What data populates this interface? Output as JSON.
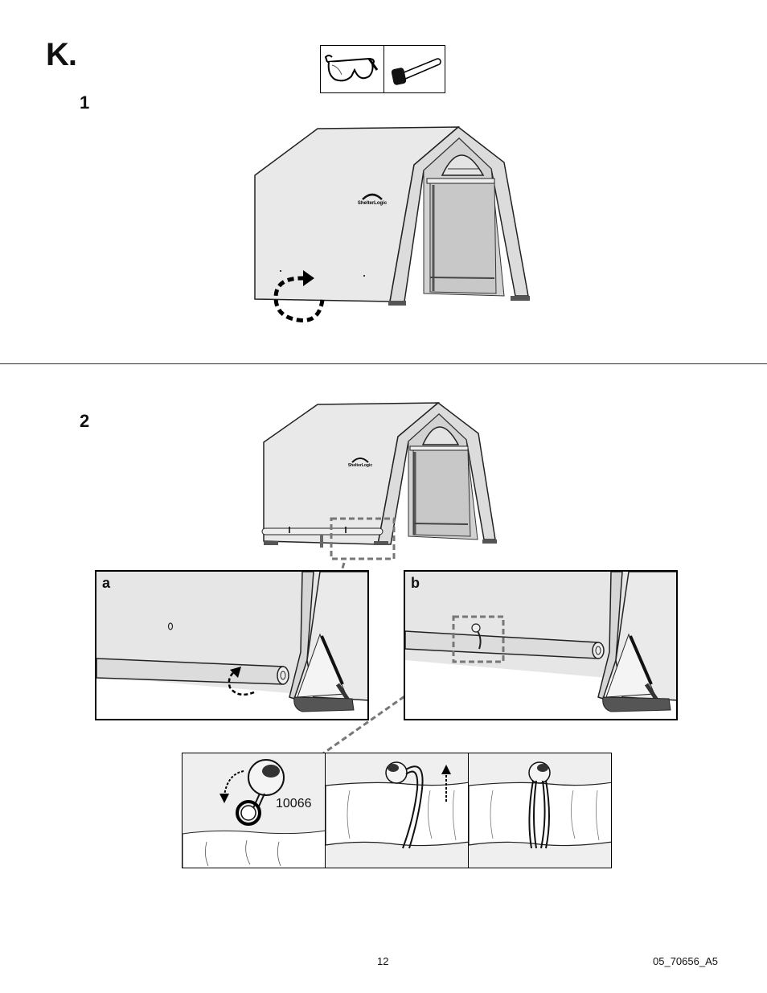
{
  "section": {
    "letter": "K."
  },
  "steps": [
    {
      "number": "1"
    },
    {
      "number": "2"
    }
  ],
  "tools": [
    {
      "icon": "safety-glasses-icon"
    },
    {
      "icon": "rubber-mallet-icon"
    }
  ],
  "shed": {
    "logo_text": "ShelterLogic"
  },
  "details": [
    {
      "label": "a"
    },
    {
      "label": "b"
    }
  ],
  "part": {
    "number": "10066"
  },
  "footer": {
    "page_number": "12",
    "doc_code": "05_70656_A5"
  }
}
